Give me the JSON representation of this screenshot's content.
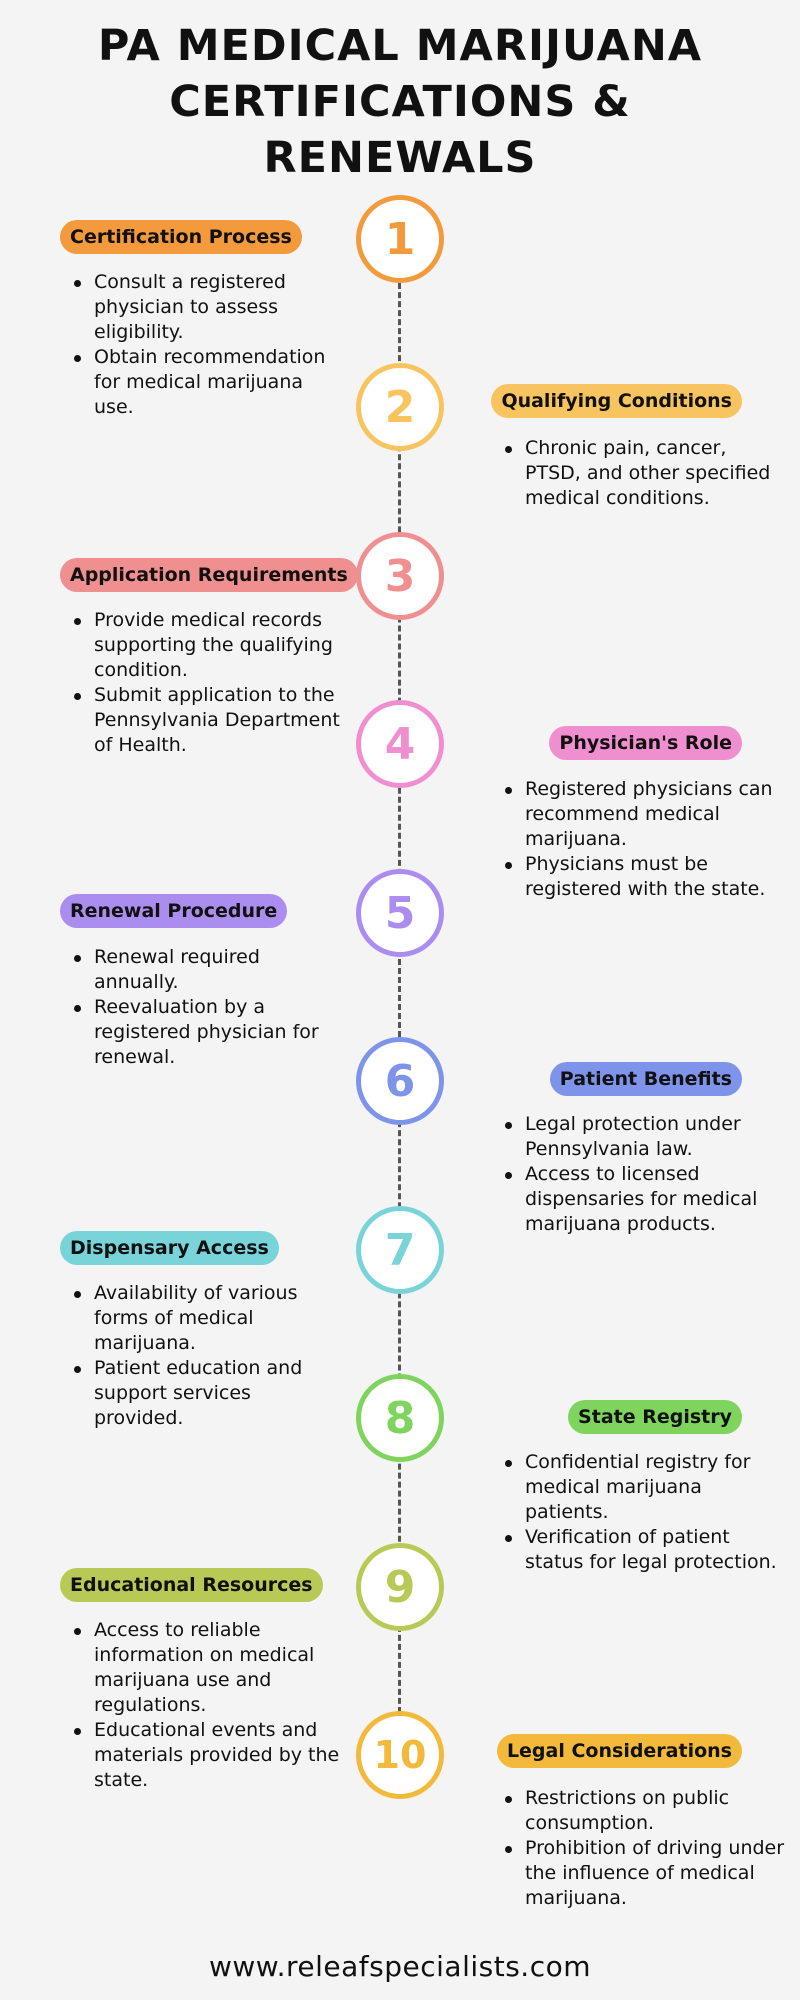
{
  "title": {
    "line1": "PA MEDICAL MARIJUANA",
    "line2": "CERTIFICATIONS &",
    "line3": "RENEWALS"
  },
  "steps": [
    {
      "number": "1",
      "label": "Certification Process",
      "side": "left",
      "color": "#f39a3d",
      "bullets": [
        "Consult a registered physician to assess eligibility.",
        "Obtain recommendation for medical marijuana use."
      ]
    },
    {
      "number": "2",
      "label": "Qualifying Conditions",
      "side": "right",
      "color": "#f7c460",
      "bullets": [
        "Chronic pain, cancer, PTSD, and other specified medical conditions."
      ]
    },
    {
      "number": "3",
      "label": "Application Requirements",
      "side": "left",
      "color": "#ef8f8f",
      "bullets": [
        "Provide medical records supporting the qualifying condition.",
        "Submit application to the Pennsylvania Department of Health."
      ]
    },
    {
      "number": "4",
      "label": "Physician's Role",
      "side": "right",
      "color": "#f08fcf",
      "bullets": [
        "Registered physicians can recommend medical marijuana.",
        "Physicians must be registered with the state."
      ]
    },
    {
      "number": "5",
      "label": "Renewal Procedure",
      "side": "left",
      "color": "#ab8df0",
      "bullets": [
        "Renewal required annually.",
        "Reevaluation by a registered physician for renewal."
      ]
    },
    {
      "number": "6",
      "label": "Patient Benefits",
      "side": "right",
      "color": "#7e93ea",
      "bullets": [
        "Legal protection under Pennsylvania law.",
        "Access to licensed dispensaries for medical marijuana products."
      ]
    },
    {
      "number": "7",
      "label": "Dispensary Access",
      "side": "left",
      "color": "#79d4da",
      "bullets": [
        "Availability of various forms of medical marijuana.",
        "Patient education and support services provided."
      ]
    },
    {
      "number": "8",
      "label": "State Registry",
      "side": "right",
      "color": "#7fd45e",
      "bullets": [
        "Confidential registry for medical marijuana patients.",
        "Verification of patient status for legal protection."
      ]
    },
    {
      "number": "9",
      "label": "Educational Resources",
      "side": "left",
      "color": "#b9c955",
      "bullets": [
        "Access to reliable information on medical marijuana use and regulations.",
        "Educational events and materials provided by the state."
      ]
    },
    {
      "number": "10",
      "label": "Legal Considerations",
      "side": "right",
      "color": "#f2b93a",
      "bullets": [
        "Restrictions on public consumption.",
        "Prohibition of driving under the influence of medical marijuana."
      ]
    }
  ],
  "footer": "www.releafspecialists.com"
}
